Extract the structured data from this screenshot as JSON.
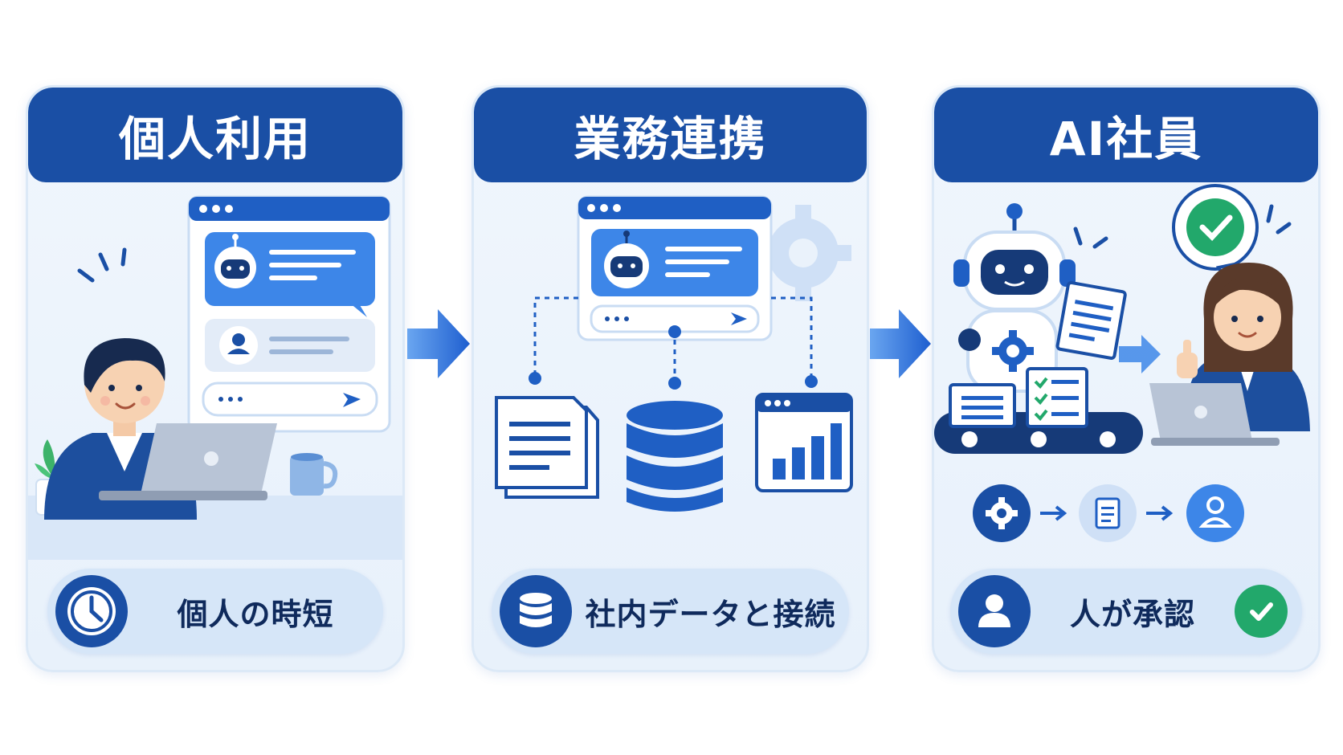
{
  "panels": [
    {
      "title": "個人利用",
      "caption": "個人の時短",
      "caption_icon": "clock-icon"
    },
    {
      "title": "業務連携",
      "caption": "社内データと接続",
      "caption_icon": "database-icon"
    },
    {
      "title": "AI社員",
      "caption": "人が承認",
      "caption_icon": "user-icon",
      "caption_badge": "check-icon"
    }
  ],
  "colors": {
    "navy": "#1a4fa5",
    "panel_bg": "#eaf2fb",
    "pill_bg": "#d6e6f8",
    "accent_blue": "#3d86e8",
    "green": "#22a86b"
  }
}
